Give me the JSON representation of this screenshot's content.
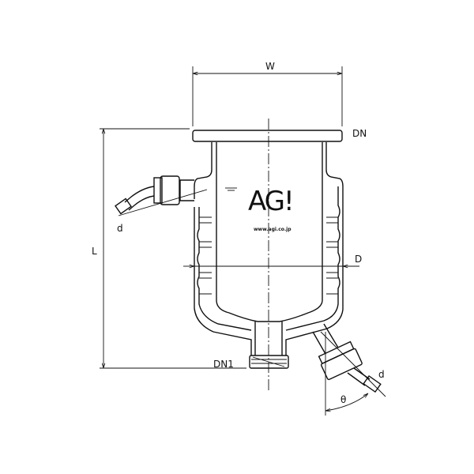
{
  "drawing": {
    "labels": {
      "width": "W",
      "length": "L",
      "flange_top": "DN",
      "flange_bottom": "DN1",
      "jacket_diameter": "D",
      "hose_left": "d",
      "hose_right": "d",
      "angle": "θ"
    },
    "logo": {
      "mark": "AG!",
      "url": "www.agi.co.jp"
    },
    "line_color": "#111111",
    "background": "#ffffff"
  }
}
